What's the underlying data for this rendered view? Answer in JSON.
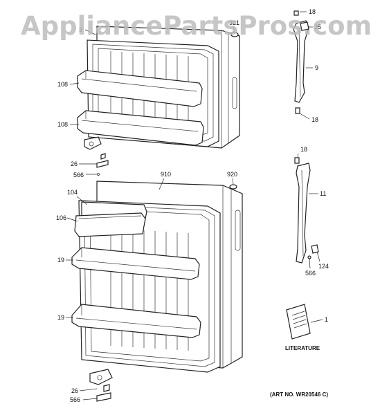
{
  "watermark": "AppliancePartsPros.com",
  "callouts": {
    "c3": "3",
    "c921": "921",
    "c18_top": "18",
    "c35": "35",
    "c9": "9",
    "c18_mid": "18",
    "c108_upper": "108",
    "c108_lower": "108",
    "c26_upper": "26",
    "c566_upper": "566",
    "c910": "910",
    "c920": "920",
    "c18_hinge": "18",
    "c11": "11",
    "c104": "104",
    "c106": "106",
    "c19_upper": "19",
    "c19_lower": "19",
    "c124": "124",
    "c566_right": "566",
    "c1": "1",
    "c26_lower": "26",
    "c566_lower": "566"
  },
  "literature_label": "LITERATURE",
  "art_number": "(ART NO. WR20546 C)",
  "colors": {
    "line": "#222222",
    "watermark": "#bdbdbd",
    "background": "#ffffff"
  }
}
